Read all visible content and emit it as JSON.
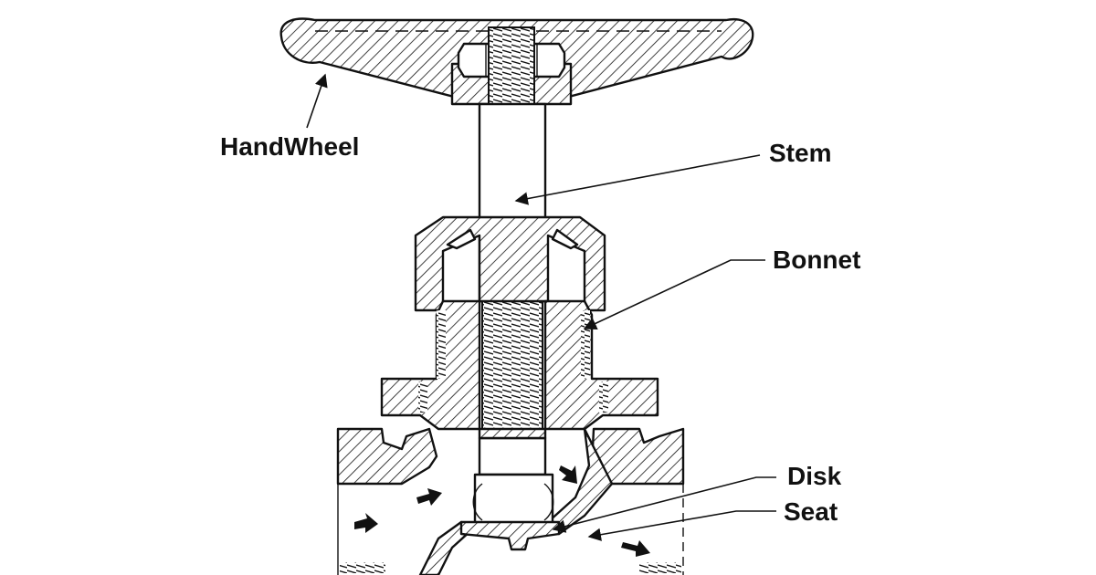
{
  "labels": {
    "handwheel": "HandWheel",
    "stem": "Stem",
    "bonnet": "Bonnet",
    "disk": "Disk",
    "seat": "Seat"
  },
  "colors": {
    "ink": "#111111",
    "background": "#ffffff"
  }
}
